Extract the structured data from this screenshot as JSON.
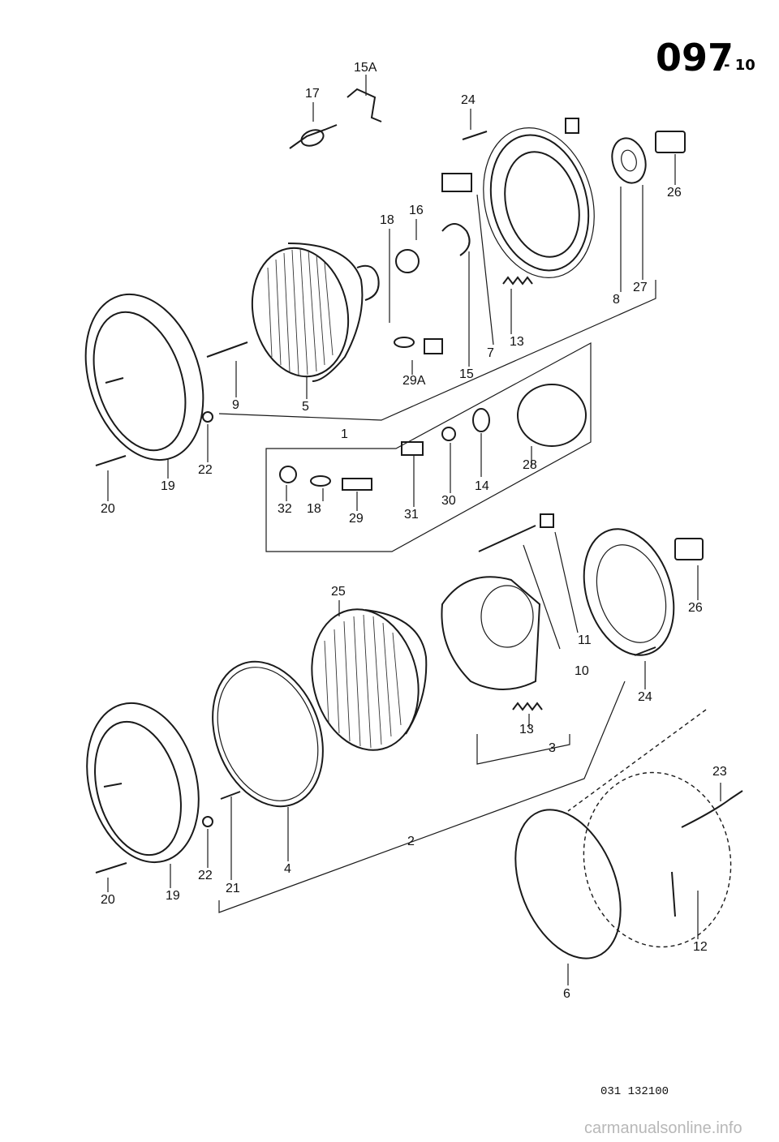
{
  "header": {
    "page_number": "097",
    "page_suffix": "- 10"
  },
  "footer": {
    "reference": "031 132100",
    "watermark": "carmanualsonline.info"
  },
  "callouts": {
    "c15A": "15A",
    "c17": "17",
    "c24a": "24",
    "c26a": "26",
    "c16": "16",
    "c18a": "18",
    "c8": "8",
    "c27": "27",
    "c13a": "13",
    "c7": "7",
    "c15": "15",
    "c29A": "29A",
    "c9": "9",
    "c5": "5",
    "c1": "1",
    "c22a": "22",
    "c19a": "19",
    "c20a": "20",
    "c28": "28",
    "c14": "14",
    "c30": "30",
    "c31": "31",
    "c32": "32",
    "c18b": "18",
    "c29": "29",
    "c25": "25",
    "c26b": "26",
    "c11": "11",
    "c10": "10",
    "c24b": "24",
    "c13b": "13",
    "c3": "3",
    "c23": "23",
    "c2": "2",
    "c4": "4",
    "c22b": "22",
    "c21": "21",
    "c20b": "20",
    "c19b": "19",
    "c12": "12",
    "c6": "6"
  }
}
